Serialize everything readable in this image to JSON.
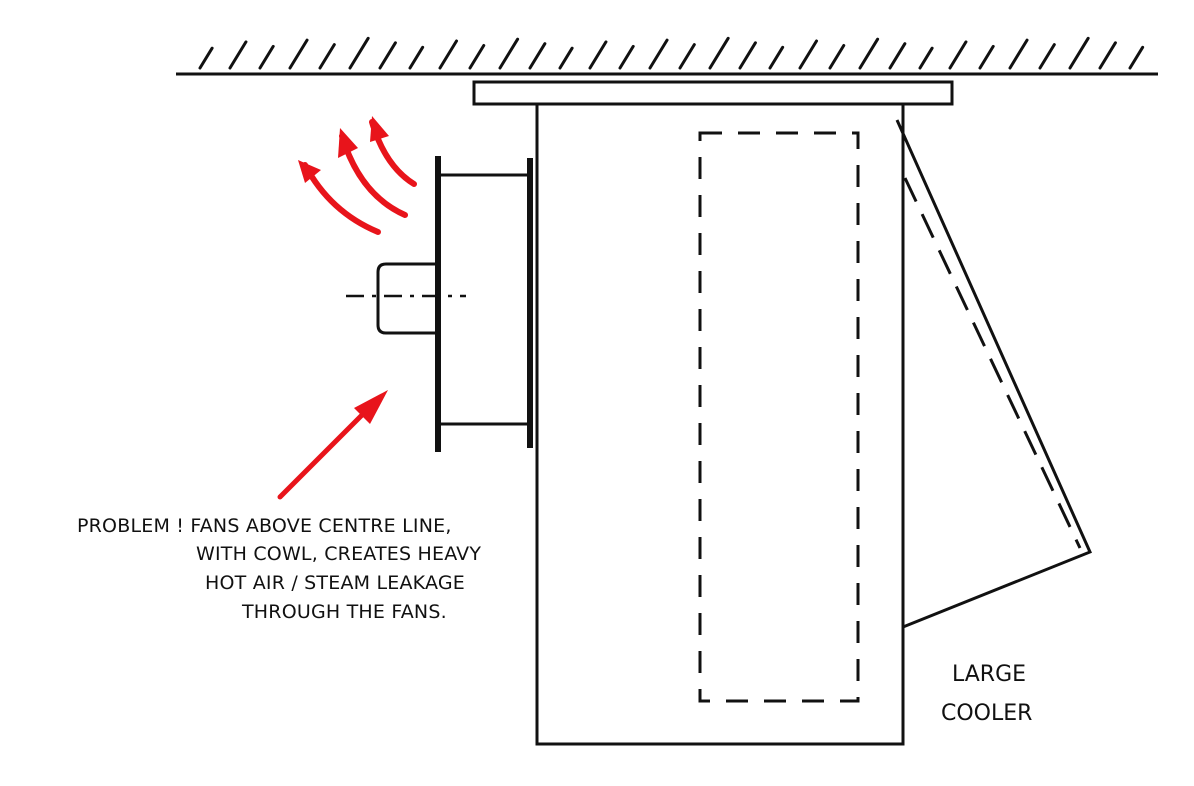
{
  "annotation": {
    "lines": [
      "PROBLEM !   FANS ABOVE CENTRE LINE,",
      "WITH COWL, CREATES HEAVY",
      "HOT AIR / STEAM LEAKAGE",
      "THROUGH THE FANS."
    ]
  },
  "cooler_label": {
    "lines": [
      "LARGE",
      "COOLER"
    ]
  },
  "colors": {
    "ink": "#111111",
    "arrow_red": "#e8141b"
  }
}
